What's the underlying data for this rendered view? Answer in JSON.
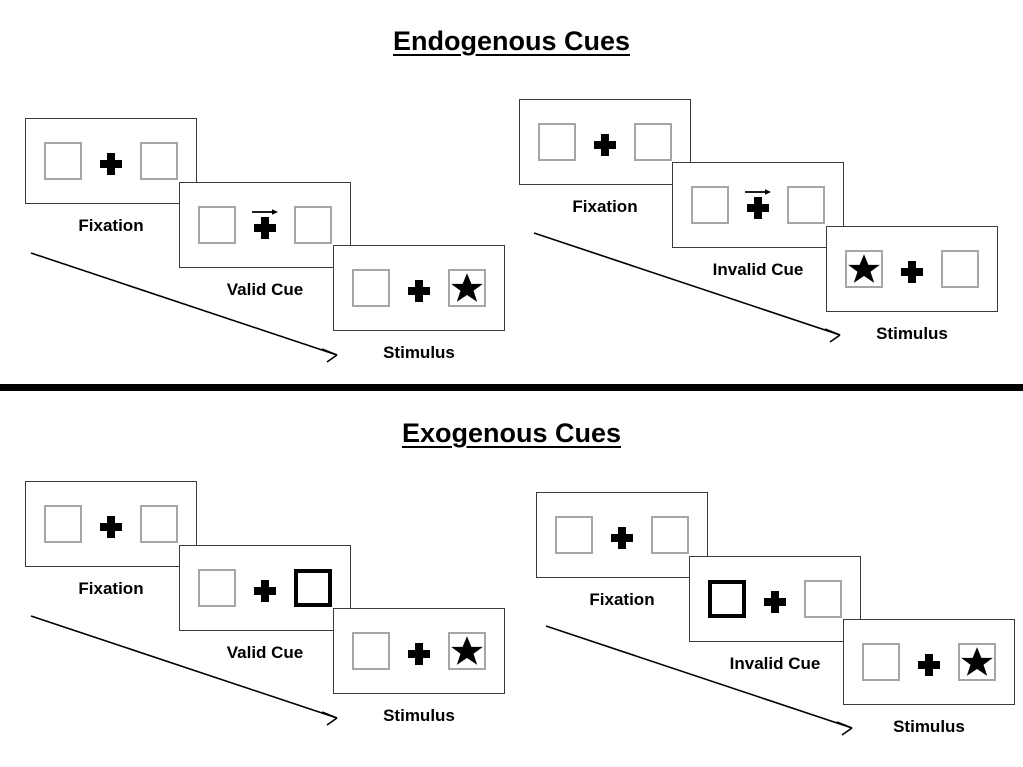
{
  "figure": {
    "title_endogenous": "Endogenous Cues",
    "title_exogenous": "Exogenous Cues",
    "colors": {
      "frame_border": "#3a3a3a",
      "square_border": "#a6a6a6",
      "cued_square_border": "#000000",
      "stimulus_fill": "#000000",
      "divider": "#000000",
      "text": "#000000"
    }
  },
  "sections": [
    {
      "id": "endogenous",
      "title": "Endogenous Cues",
      "cue_type": "arrow",
      "sequences": [
        {
          "id": "endogenous-valid",
          "condition": "valid",
          "panels": [
            {
              "label": "Fixation",
              "cue": "none",
              "cue_side": "none",
              "stimulus_side": "none",
              "arrow": false
            },
            {
              "label": "Valid Cue",
              "cue": "arrow-right",
              "cue_side": "right",
              "stimulus_side": "none",
              "arrow": true
            },
            {
              "label": "Stimulus",
              "cue": "none",
              "cue_side": "none",
              "stimulus_side": "right",
              "arrow": false
            }
          ]
        },
        {
          "id": "endogenous-invalid",
          "condition": "invalid",
          "panels": [
            {
              "label": "Fixation",
              "cue": "none",
              "cue_side": "none",
              "stimulus_side": "none",
              "arrow": false
            },
            {
              "label": "Invalid Cue",
              "cue": "arrow-right",
              "cue_side": "right",
              "stimulus_side": "none",
              "arrow": true
            },
            {
              "label": "Stimulus",
              "cue": "none",
              "cue_side": "none",
              "stimulus_side": "left",
              "arrow": false
            }
          ]
        }
      ]
    },
    {
      "id": "exogenous",
      "title": "Exogenous Cues",
      "cue_type": "box",
      "sequences": [
        {
          "id": "exogenous-valid",
          "condition": "valid",
          "panels": [
            {
              "label": "Fixation",
              "cue": "none",
              "cue_side": "none",
              "stimulus_side": "none",
              "arrow": false
            },
            {
              "label": "Valid Cue",
              "cue": "box-bold",
              "cue_side": "right",
              "stimulus_side": "none",
              "arrow": false
            },
            {
              "label": "Stimulus",
              "cue": "none",
              "cue_side": "none",
              "stimulus_side": "right",
              "arrow": false
            }
          ]
        },
        {
          "id": "exogenous-invalid",
          "condition": "invalid",
          "panels": [
            {
              "label": "Fixation",
              "cue": "none",
              "cue_side": "none",
              "stimulus_side": "none",
              "arrow": false
            },
            {
              "label": "Invalid Cue",
              "cue": "box-bold",
              "cue_side": "left",
              "stimulus_side": "none",
              "arrow": false
            },
            {
              "label": "Stimulus",
              "cue": "none",
              "cue_side": "none",
              "stimulus_side": "right",
              "arrow": false
            }
          ]
        }
      ]
    }
  ],
  "labels": {
    "fixation": "Fixation",
    "valid_cue": "Valid Cue",
    "invalid_cue": "Invalid Cue",
    "stimulus": "Stimulus"
  },
  "icons": {
    "star": "star-icon",
    "plus": "fixation-cross-icon",
    "arrow_cue": "arrow-right-cue-icon",
    "flow_arrow": "time-flow-arrow-icon"
  }
}
